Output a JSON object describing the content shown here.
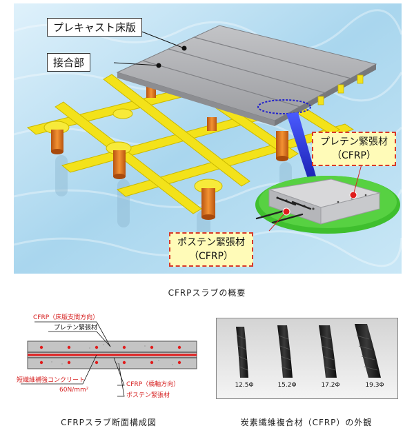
{
  "top_figure": {
    "label_precast_slab": "プレキャスト床版",
    "label_joint": "接合部",
    "label_pretension_line1": "プレテン緊張材",
    "label_pretension_line2": "（CFRP）",
    "label_posttension_line1": "ポステン緊張材",
    "label_posttension_line2": "（CFRP）",
    "caption": "CFRPスラブの概要"
  },
  "section_figure": {
    "label_cfrp_span": "CFRP（床版支間方向）",
    "label_pretension": "プレテン緊張材",
    "label_concrete": "短繊維補強コンクリート",
    "label_strength": "60N/mm²",
    "label_cfrp_axis": "CFRP（橋軸方向）",
    "label_posttension": "ポステン緊張材",
    "caption": "CFRPスラブ断面構成図"
  },
  "rods_figure": {
    "rods": [
      "12.5Φ",
      "15.2Φ",
      "17.2Φ",
      "19.3Φ"
    ],
    "caption": "炭素繊維複合材（CFRP）の外観"
  },
  "colors": {
    "girder_yellow": "#f3e21a",
    "pier_orange": "#e87a1e",
    "slab_gray": "#a9aaad",
    "accent_red": "#d62020",
    "water_blue": "#a9d6ee"
  }
}
